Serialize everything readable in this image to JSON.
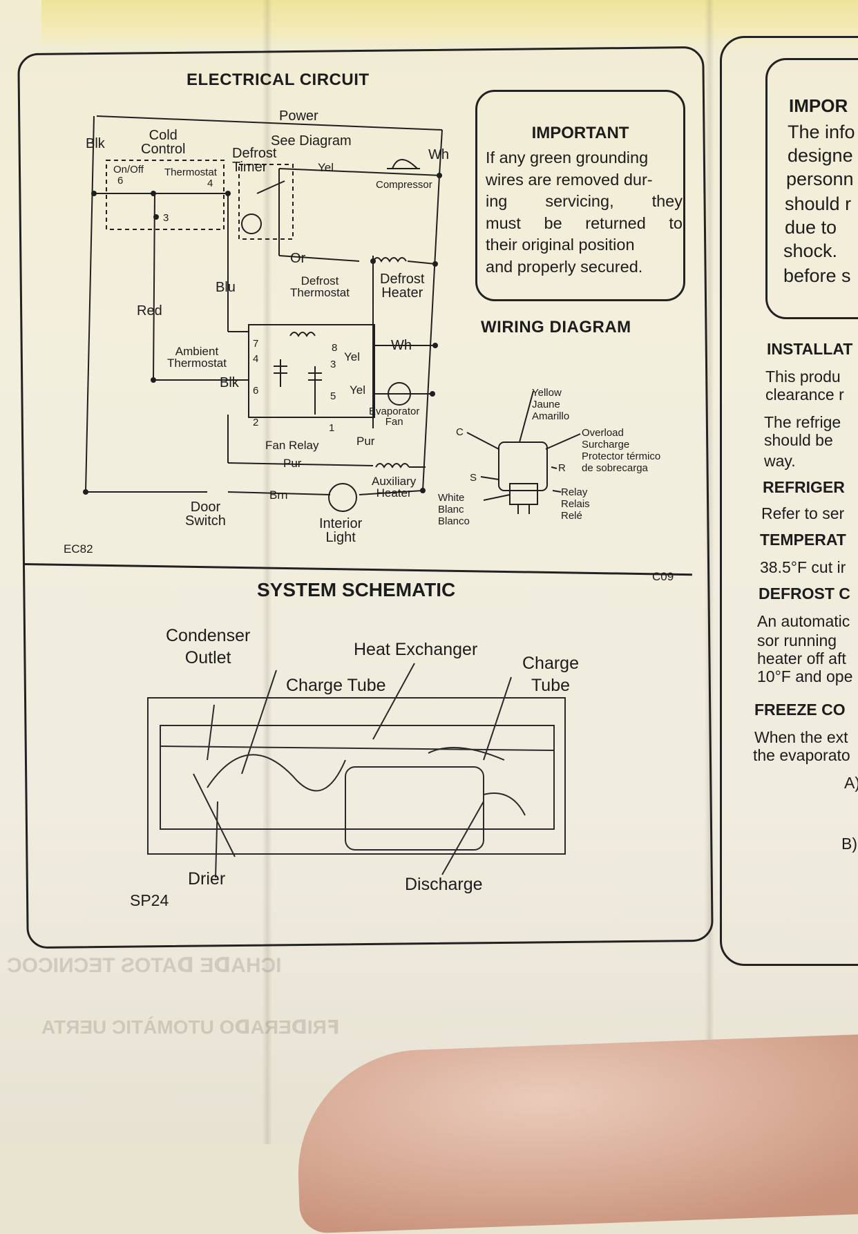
{
  "electrical_circuit": {
    "title": "ELECTRICAL CIRCUIT",
    "labels": {
      "power": "Power",
      "blk": "Blk",
      "cold_control": "Cold\nControl",
      "see_diagram": "See Diagram",
      "wh_top": "Wh",
      "defrost_timer": "Defrost\nTimer",
      "yel_top": "Yel",
      "on_off": "On/Off",
      "thermostat": "Thermostat",
      "n6": "6",
      "n4": "4",
      "n3": "3",
      "compressor": "Compressor",
      "or": "Or",
      "blu": "Blu",
      "defrost_thermostat": "Defrost\nThermostat",
      "defrost_heater": "Defrost\nHeater",
      "red": "Red",
      "ambient_thermostat": "Ambient\nThermostat",
      "blk_mid": "Blk",
      "wh_mid": "Wh",
      "yel_mid": "Yel",
      "yel_fan": "Yel",
      "evaporator_fan": "Evaporator\nFan",
      "r7": "7",
      "r8": "8",
      "r3": "3",
      "r4": "4",
      "r5": "5",
      "r6": "6",
      "r2": "2",
      "r1": "1",
      "pur_1": "Pur",
      "fan_relay": "Fan Relay",
      "pur_2": "Pur",
      "auxiliary_heater": "Auxiliary\nHeater",
      "brn": "Brn",
      "door_switch": "Door\nSwitch",
      "interior_light": "Interior\nLight",
      "code_ec82": "EC82"
    }
  },
  "important": {
    "title": "IMPORTANT",
    "lines": [
      "If any green grounding",
      "wires are removed dur-",
      "ing servicing, they",
      "must be returned to",
      "their original position",
      "and properly secured."
    ]
  },
  "wiring_diagram": {
    "title": "WIRING DIAGRAM",
    "yellow": "Yellow\nJaune\nAmarillo",
    "overload": "Overload\nSurcharge\nProtector térmico\nde sobrecarga",
    "c": "C",
    "r": "R",
    "s": "S",
    "white": "White\nBlanc\nBlanco",
    "relay": "Relay\nRelais\nRelé",
    "code_c09": "C09"
  },
  "system_schematic": {
    "title": "SYSTEM SCHEMATIC",
    "condenser_outlet": "Condenser\nOutlet",
    "heat_exchanger": "Heat Exchanger",
    "charge_tube_left": "Charge Tube",
    "charge_tube_right": "Charge\nTube",
    "drier": "Drier",
    "discharge": "Discharge",
    "code_sp24": "SP24"
  },
  "right_page": {
    "important_fragment": [
      "IMPOR",
      "The info",
      "designe",
      "personn",
      "should r",
      "due to",
      "shock.",
      "before s"
    ],
    "installation": "INSTALLAT",
    "install_lines": [
      "This produ",
      "clearance r",
      "The refrige",
      "should be",
      "way."
    ],
    "refrigerant": "REFRIGER",
    "refer": "Refer to ser",
    "temperature": "TEMPERAT",
    "temp_value": "38.5°F cut ir",
    "defrost": "DEFROST C",
    "defrost_lines": [
      "An automatic",
      "sor running",
      "heater off aft",
      "10°F and ope"
    ],
    "freeze": "FREEZE CO",
    "freeze_lines": [
      "When the ext",
      "the evaporato"
    ],
    "a": "A)",
    "b": "B)"
  }
}
